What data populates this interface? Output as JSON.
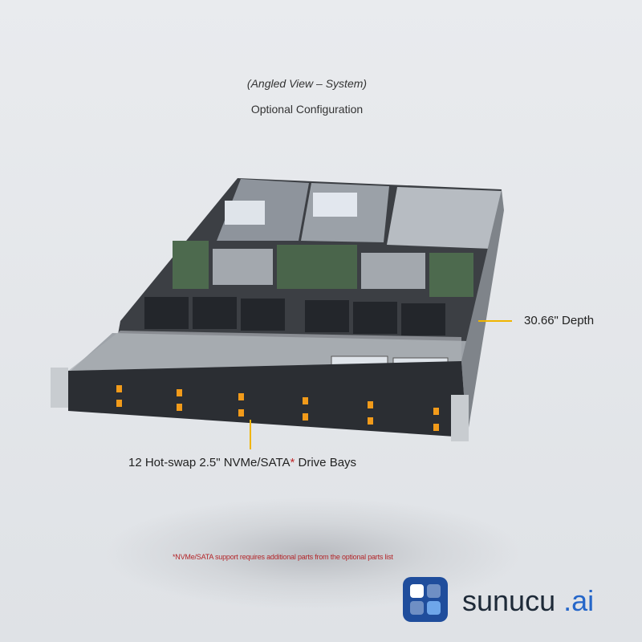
{
  "header": {
    "subtitle": "(Angled View – System)",
    "config": "Optional Configuration"
  },
  "callouts": {
    "depth": "30.66\" Depth",
    "bays": "12 Hot-swap 2.5\" NVMe/SATA",
    "bays_asterisk": "*",
    "bays_suffix": " Drive Bays"
  },
  "footnote": "*NVMe/SATA support requires additional parts from the optional parts list",
  "brand": {
    "name": "sunucu",
    "suffix": ".ai"
  },
  "colors": {
    "leader": "#f0b400",
    "footnote": "#b3262a",
    "brand": "#1f4d9c",
    "accent": "#2566c9"
  }
}
